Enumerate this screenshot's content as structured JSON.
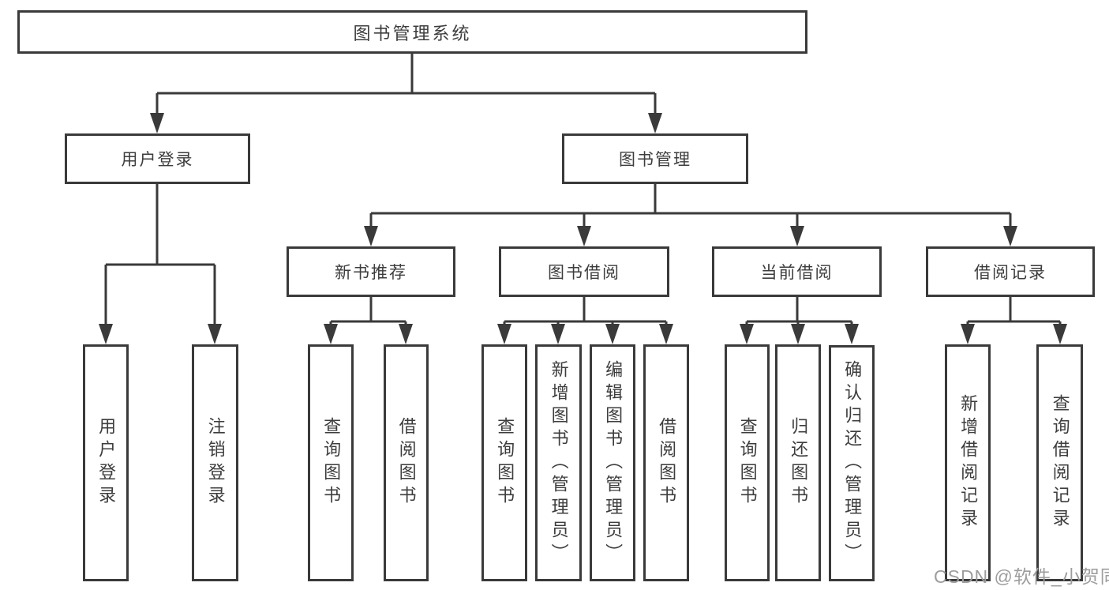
{
  "tree": {
    "label": "图书管理系统",
    "children": [
      {
        "label": "用户登录",
        "children": [
          {
            "label": "用户登录"
          },
          {
            "label": "注销登录"
          }
        ]
      },
      {
        "label": "图书管理",
        "children": [
          {
            "label": "新书推荐",
            "children": [
              {
                "label": "查询图书"
              },
              {
                "label": "借阅图书"
              }
            ]
          },
          {
            "label": "图书借阅",
            "children": [
              {
                "label": "查询图书"
              },
              {
                "label": "新增图书（管理员）"
              },
              {
                "label": "编辑图书（管理员）"
              },
              {
                "label": "借阅图书"
              }
            ]
          },
          {
            "label": "当前借阅",
            "children": [
              {
                "label": "查询图书"
              },
              {
                "label": "归还图书"
              },
              {
                "label": "确认归还（管理员）"
              }
            ]
          },
          {
            "label": "借阅记录",
            "children": [
              {
                "label": "新增借阅记录"
              },
              {
                "label": "查询借阅记录"
              }
            ]
          }
        ]
      }
    ]
  },
  "watermark": {
    "text": "CSDN @软件_小贺同学"
  },
  "colors": {
    "line": "#3a3a3a",
    "box_border": "#3a3a3a",
    "text": "#3d3d3d",
    "watermark": "#9d9d9d",
    "background": "#ffffff"
  }
}
